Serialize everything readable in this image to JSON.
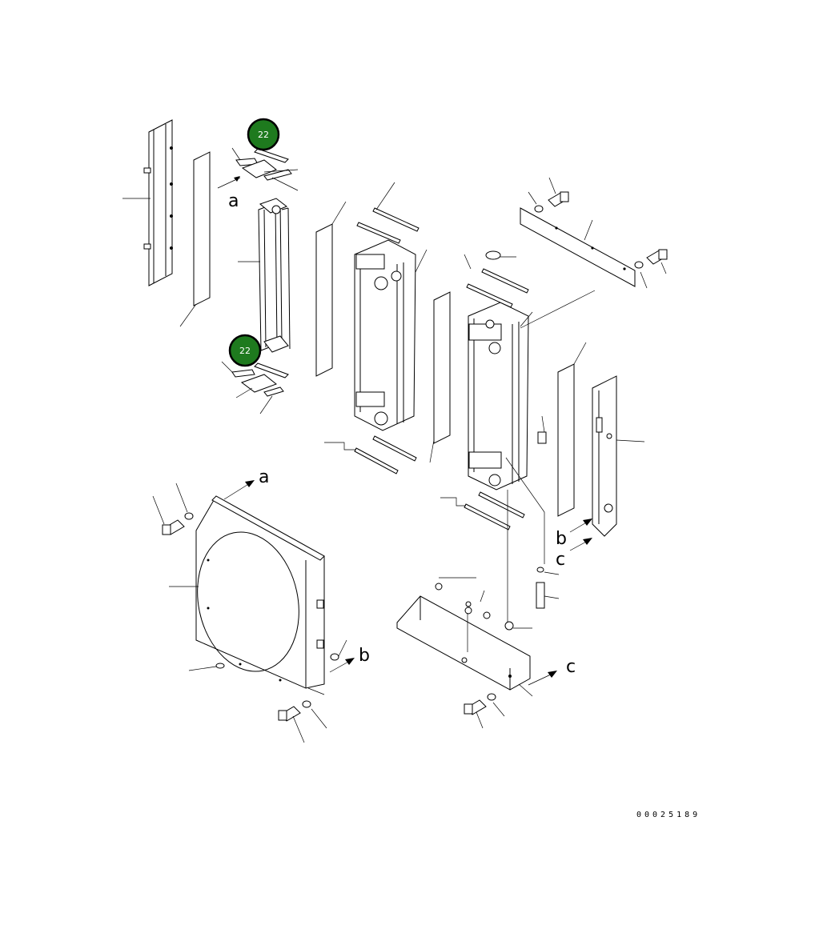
{
  "diagram": {
    "part_markers": [
      {
        "label": "22",
        "color": "#1e7a1e"
      },
      {
        "label": "22",
        "color": "#1e7a1e"
      }
    ],
    "reference_letters": {
      "a_top": "a",
      "a_bottom": "a",
      "b_right": "b",
      "b_bottom": "b",
      "c_right": "c",
      "c_bottom": "c"
    },
    "drawing_code": "00025189"
  }
}
